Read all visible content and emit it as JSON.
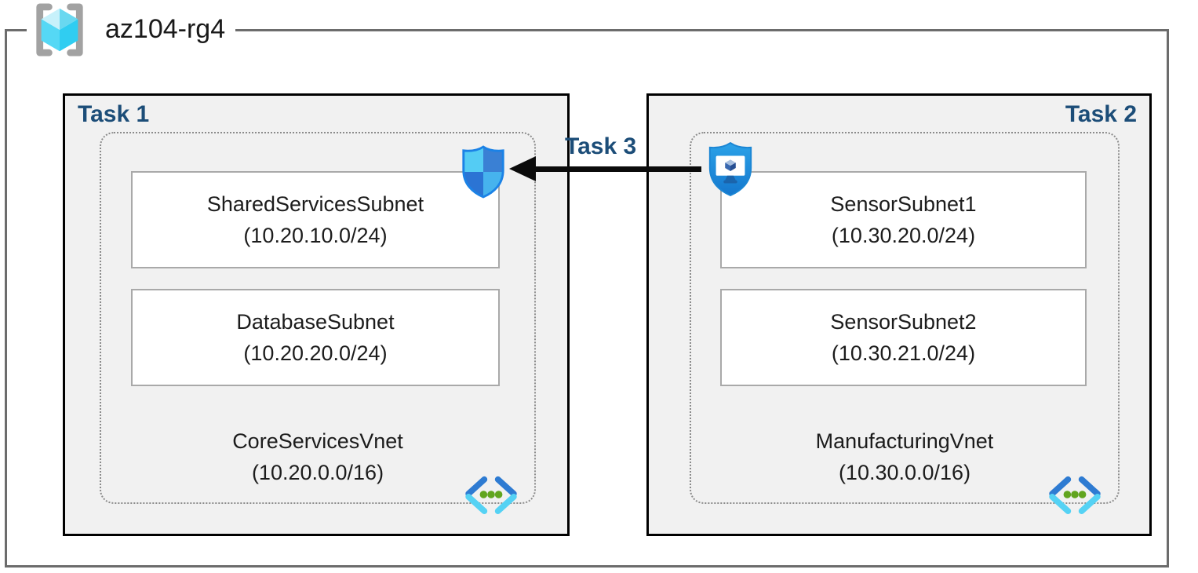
{
  "title": {
    "resource_group": "az104-rg4"
  },
  "colors": {
    "task_label": "#1c4d78",
    "frame": "#6c6c6c",
    "group_fill": "#f1f1f1",
    "group_border": "#000000",
    "subnet_border": "#a9a9a9",
    "arrow": "#0b0b0b",
    "nsg_shield_border": "#1b82e6",
    "asg_shield_fill": "#1f8fdc",
    "vnet_chevron_dark": "#2e7bd2",
    "vnet_chevron_light": "#55d2f4",
    "vnet_dot_green": "#61a51f",
    "rg_cube_cyan": "#55d8f5",
    "rg_bracket_gray": "#a2a2a2"
  },
  "groups": [
    {
      "label": "Task 1",
      "subnets": [
        {
          "name": "SharedServicesSubnet",
          "cidr": "(10.20.10.0/24)"
        },
        {
          "name": "DatabaseSubnet",
          "cidr": "(10.20.20.0/24)"
        }
      ],
      "vnet": {
        "name": "CoreServicesVnet",
        "cidr": "(10.20.0.0/16)"
      }
    },
    {
      "label": "Task 2",
      "subnets": [
        {
          "name": "SensorSubnet1",
          "cidr": "(10.30.20.0/24)"
        },
        {
          "name": "SensorSubnet2",
          "cidr": "(10.30.21.0/24)"
        }
      ],
      "vnet": {
        "name": "ManufacturingVnet",
        "cidr": "(10.30.0.0/16)"
      }
    }
  ],
  "connection": {
    "label": "Task 3"
  },
  "icons": {
    "header": "resource-group-icon",
    "left_overlay": "network-security-group-shield-icon",
    "right_overlay": "application-security-group-shield-icon",
    "vnet_corner": "virtual-network-icon"
  }
}
